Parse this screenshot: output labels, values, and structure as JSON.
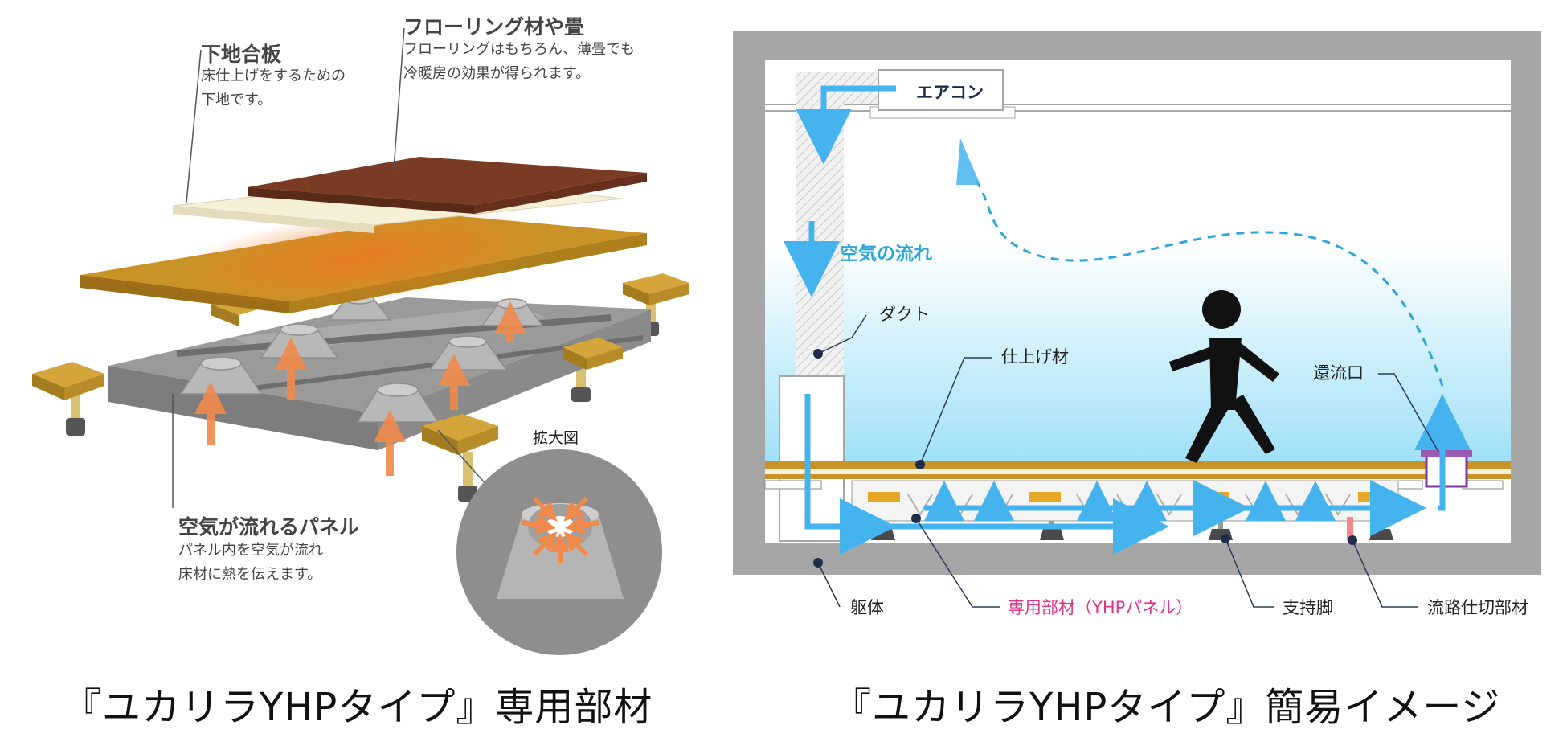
{
  "left": {
    "flooring_title": "フローリング材や畳",
    "flooring_desc": [
      "フローリングはもちろん、薄畳でも",
      "冷暖房の効果が得られます。"
    ],
    "plywood_title": "下地合板",
    "plywood_desc": [
      "床仕上げをするための",
      "下地です。"
    ],
    "panel_title": "空気が流れるパネル",
    "panel_desc": [
      "パネル内を空気が流れ",
      "床材に熱を伝えます。"
    ],
    "zoom_label": "拡大図",
    "caption": "『ユカリラYHPタイプ』専用部材"
  },
  "right": {
    "aircon": "エアコン",
    "airflow": "空気の流れ",
    "duct": "ダクト",
    "finish": "仕上げ材",
    "return_port": "還流口",
    "body": "躯体",
    "panel": "専用部材（YHPパネル）",
    "support": "支持脚",
    "partition": "流路仕切部材",
    "caption": "『ユカリラYHPタイプ』簡易イメージ"
  },
  "colors": {
    "arrow_orange": "#f08a4b",
    "arrow_blue": "#45b4ee",
    "dashed": "#2ea6d8",
    "panel_label": "#e0338a",
    "wall": "#a6a6a6",
    "flooring": "#7a3b24",
    "plywood": "#f6f0d8",
    "board": "#c99327",
    "heat": "#ec7a24",
    "figure": "#111111"
  }
}
